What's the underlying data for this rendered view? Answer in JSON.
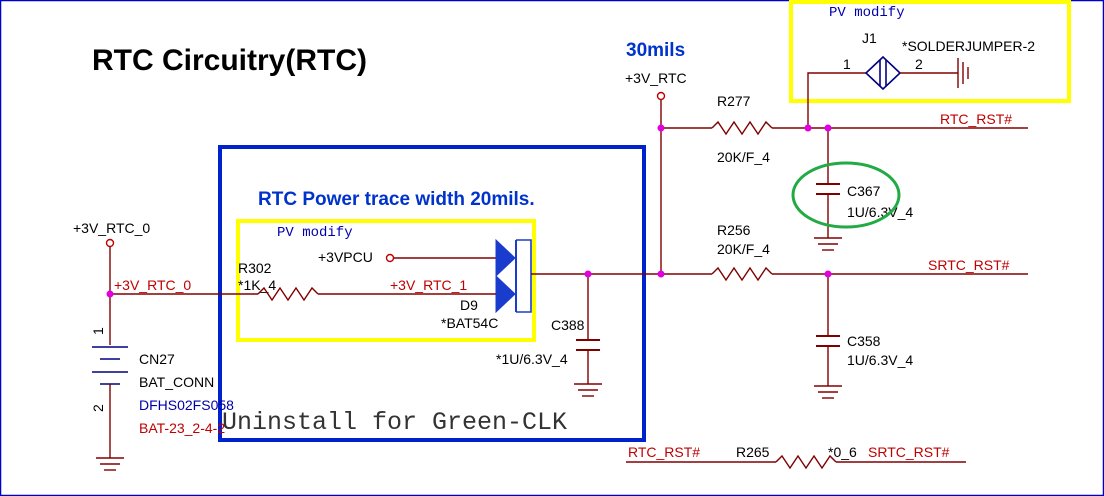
{
  "title": "RTC Circuitry(RTC)",
  "notes": {
    "mils_30": "30mils",
    "trace_width": "RTC Power trace width 20mils.",
    "pv_modify_top": "PV modify",
    "pv_modify_inner": "PV modify",
    "uninstall": "Uninstall for Green-CLK"
  },
  "power": {
    "v3_rtc": "+3V_RTC",
    "v3_rtc_0_top": "+3V_RTC_0",
    "v3vpcu": "+3VPCU"
  },
  "nets": {
    "v3_rtc_0": "+3V_RTC_0",
    "v3_rtc_1": "+3V_RTC_1",
    "rtc_rst_right": "RTC_RST#",
    "srtc_rst_right": "SRTC_RST#",
    "rtc_rst_bottom": "RTC_RST#",
    "srtc_rst_bottom": "SRTC_RST#"
  },
  "components": {
    "j1": {
      "ref": "J1",
      "value": "*SOLDERJUMPER-2",
      "pin1": "1",
      "pin2": "2"
    },
    "r277": {
      "ref": "R277",
      "value": "20K/F_4"
    },
    "c367": {
      "ref": "C367",
      "value": "1U/6.3V_4"
    },
    "r256": {
      "ref": "R256",
      "value": "20K/F_4"
    },
    "c358": {
      "ref": "C358",
      "value": "1U/6.3V_4"
    },
    "r302": {
      "ref": "R302",
      "value": "*1K_4"
    },
    "d9": {
      "ref": "D9",
      "value": "*BAT54C"
    },
    "c388": {
      "ref": "C388",
      "value": "*1U/6.3V_4"
    },
    "cn27": {
      "ref": "CN27",
      "value": "BAT_CONN",
      "part": "DFHS02FS058",
      "alt": "BAT-23_2-4-2",
      "pin1": "1",
      "pin2": "2"
    },
    "r265": {
      "ref": "R265",
      "value": "*0_6"
    }
  },
  "colors": {
    "wire": "#800000",
    "net_label": "#c00000",
    "junction": "#e000e0",
    "yellow_box": "#ffff00",
    "blue_box": "#0022cc",
    "green_circle": "#22aa44"
  }
}
